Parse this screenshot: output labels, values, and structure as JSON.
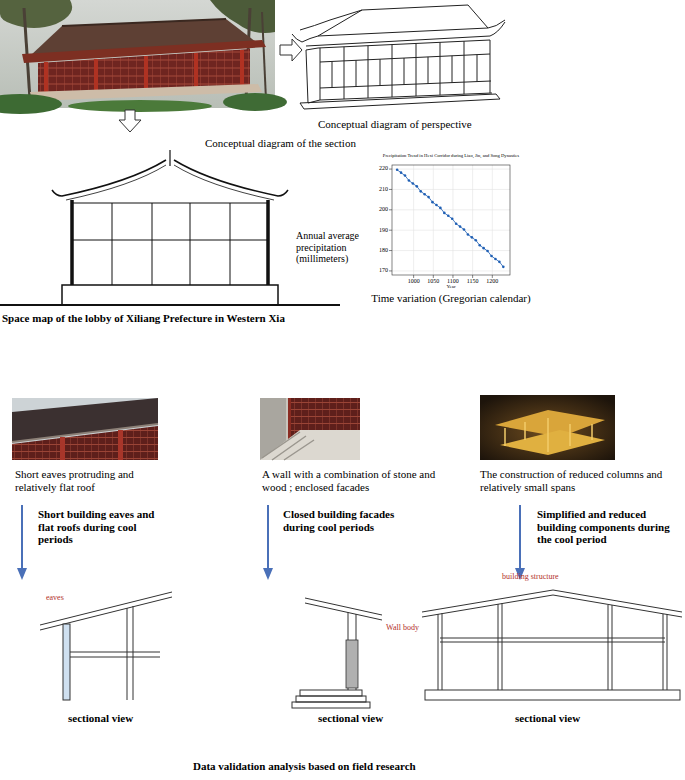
{
  "diagram": {
    "caption": "Data validation analysis based on field research",
    "labels": [
      "Conceptual diagram of perspective",
      "Conceptual diagram of the section",
      "Space map of the lobby of Xiliang Prefecture in Western Xia",
      "Precipitation Trend in Hexi Corridor during Liao, Jin, and Song Dynasties",
      "Annual average precipitation (millimeters)",
      "220",
      "210",
      "200",
      "190",
      "180",
      "170",
      "1000",
      "1050",
      "1100",
      "1150",
      "1200",
      "Year",
      "Time variation (Gregorian calendar)",
      "Short eaves protruding and relatively flat roof",
      "Short building eaves and flat roofs during cool periods",
      "eaves",
      "sectional view",
      "A wall with a combination of stone and wood ; enclosed facades",
      "Closed building facades during cool periods",
      "Wall body",
      "sectional view",
      "The construction of reduced columns and relatively small spans",
      "Simplified and reduced building components during the cool period",
      "building structure",
      "sectional view"
    ]
  }
}
